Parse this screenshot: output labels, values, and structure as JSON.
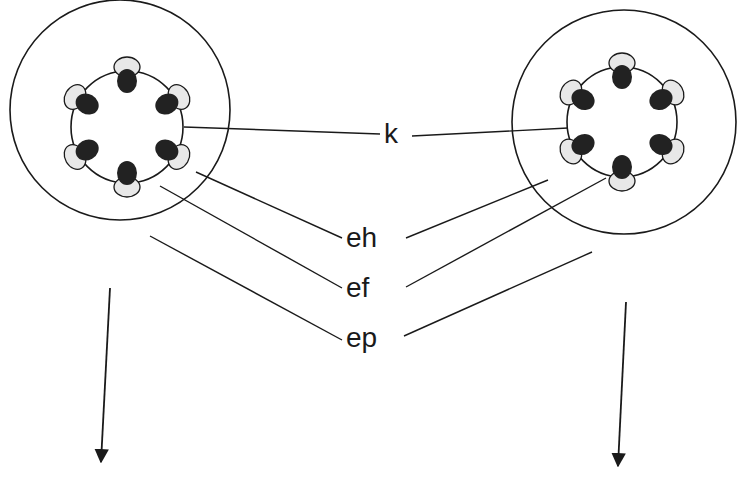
{
  "diagram": {
    "labels": [
      "k",
      "eh",
      "ef",
      "ep"
    ]
  }
}
